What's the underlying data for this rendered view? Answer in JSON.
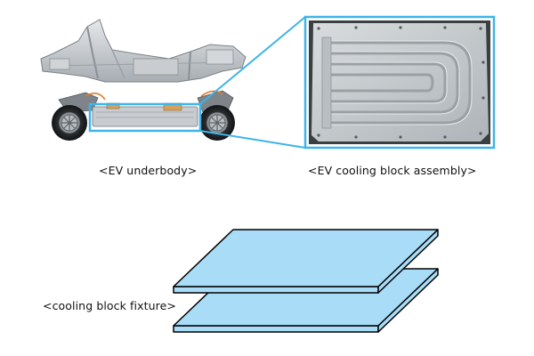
{
  "captions": {
    "underbody": "<EV underbody>",
    "cooling_block": "<EV cooling block assembly>",
    "fixture": "<cooling block fixture>"
  },
  "colors": {
    "highlight": "#3fb4e8",
    "plate_fill": "#a9dcf7",
    "plate_edge": "#000000",
    "cooling_block_metal": "#c4c9cc"
  }
}
